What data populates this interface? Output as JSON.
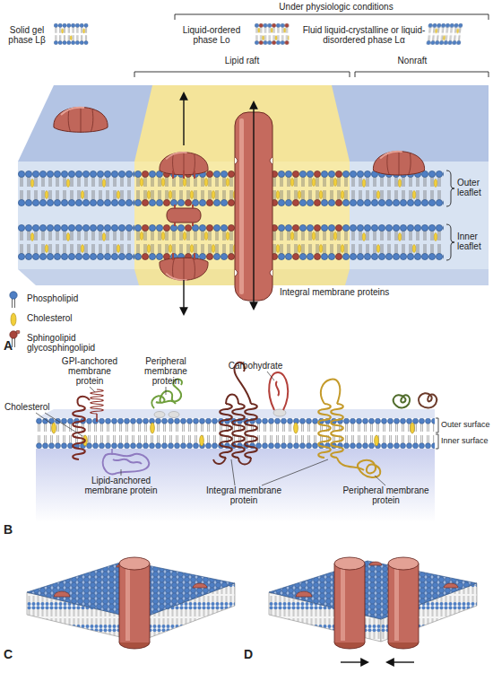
{
  "diagram": {
    "labels": [
      "Under physiologic conditions",
      "Solid gel phase Lβ",
      "Liquid-ordered phase Lo",
      "Fluid liquid-crystalline or liquid-disordered phase Lα",
      "Lipid raft",
      "Nonraft",
      "Outer leaflet",
      "Inner leaflet",
      "Integral membrane proteins",
      "A",
      "GPI-anchored membrane protein",
      "Peripheral membrane protein",
      "Carbohydrate",
      "Cholesterol",
      "Lipid-anchored membrane protein",
      "Integral membrane protein",
      "Peripheral membrane protein",
      "Outer surface",
      "Inner surface",
      "B",
      "C",
      "D"
    ],
    "legend": [
      {
        "text": "Phospholipid"
      },
      {
        "text": "Cholesterol"
      },
      {
        "text": "Sphingolipid glycosphingolipid"
      }
    ]
  }
}
